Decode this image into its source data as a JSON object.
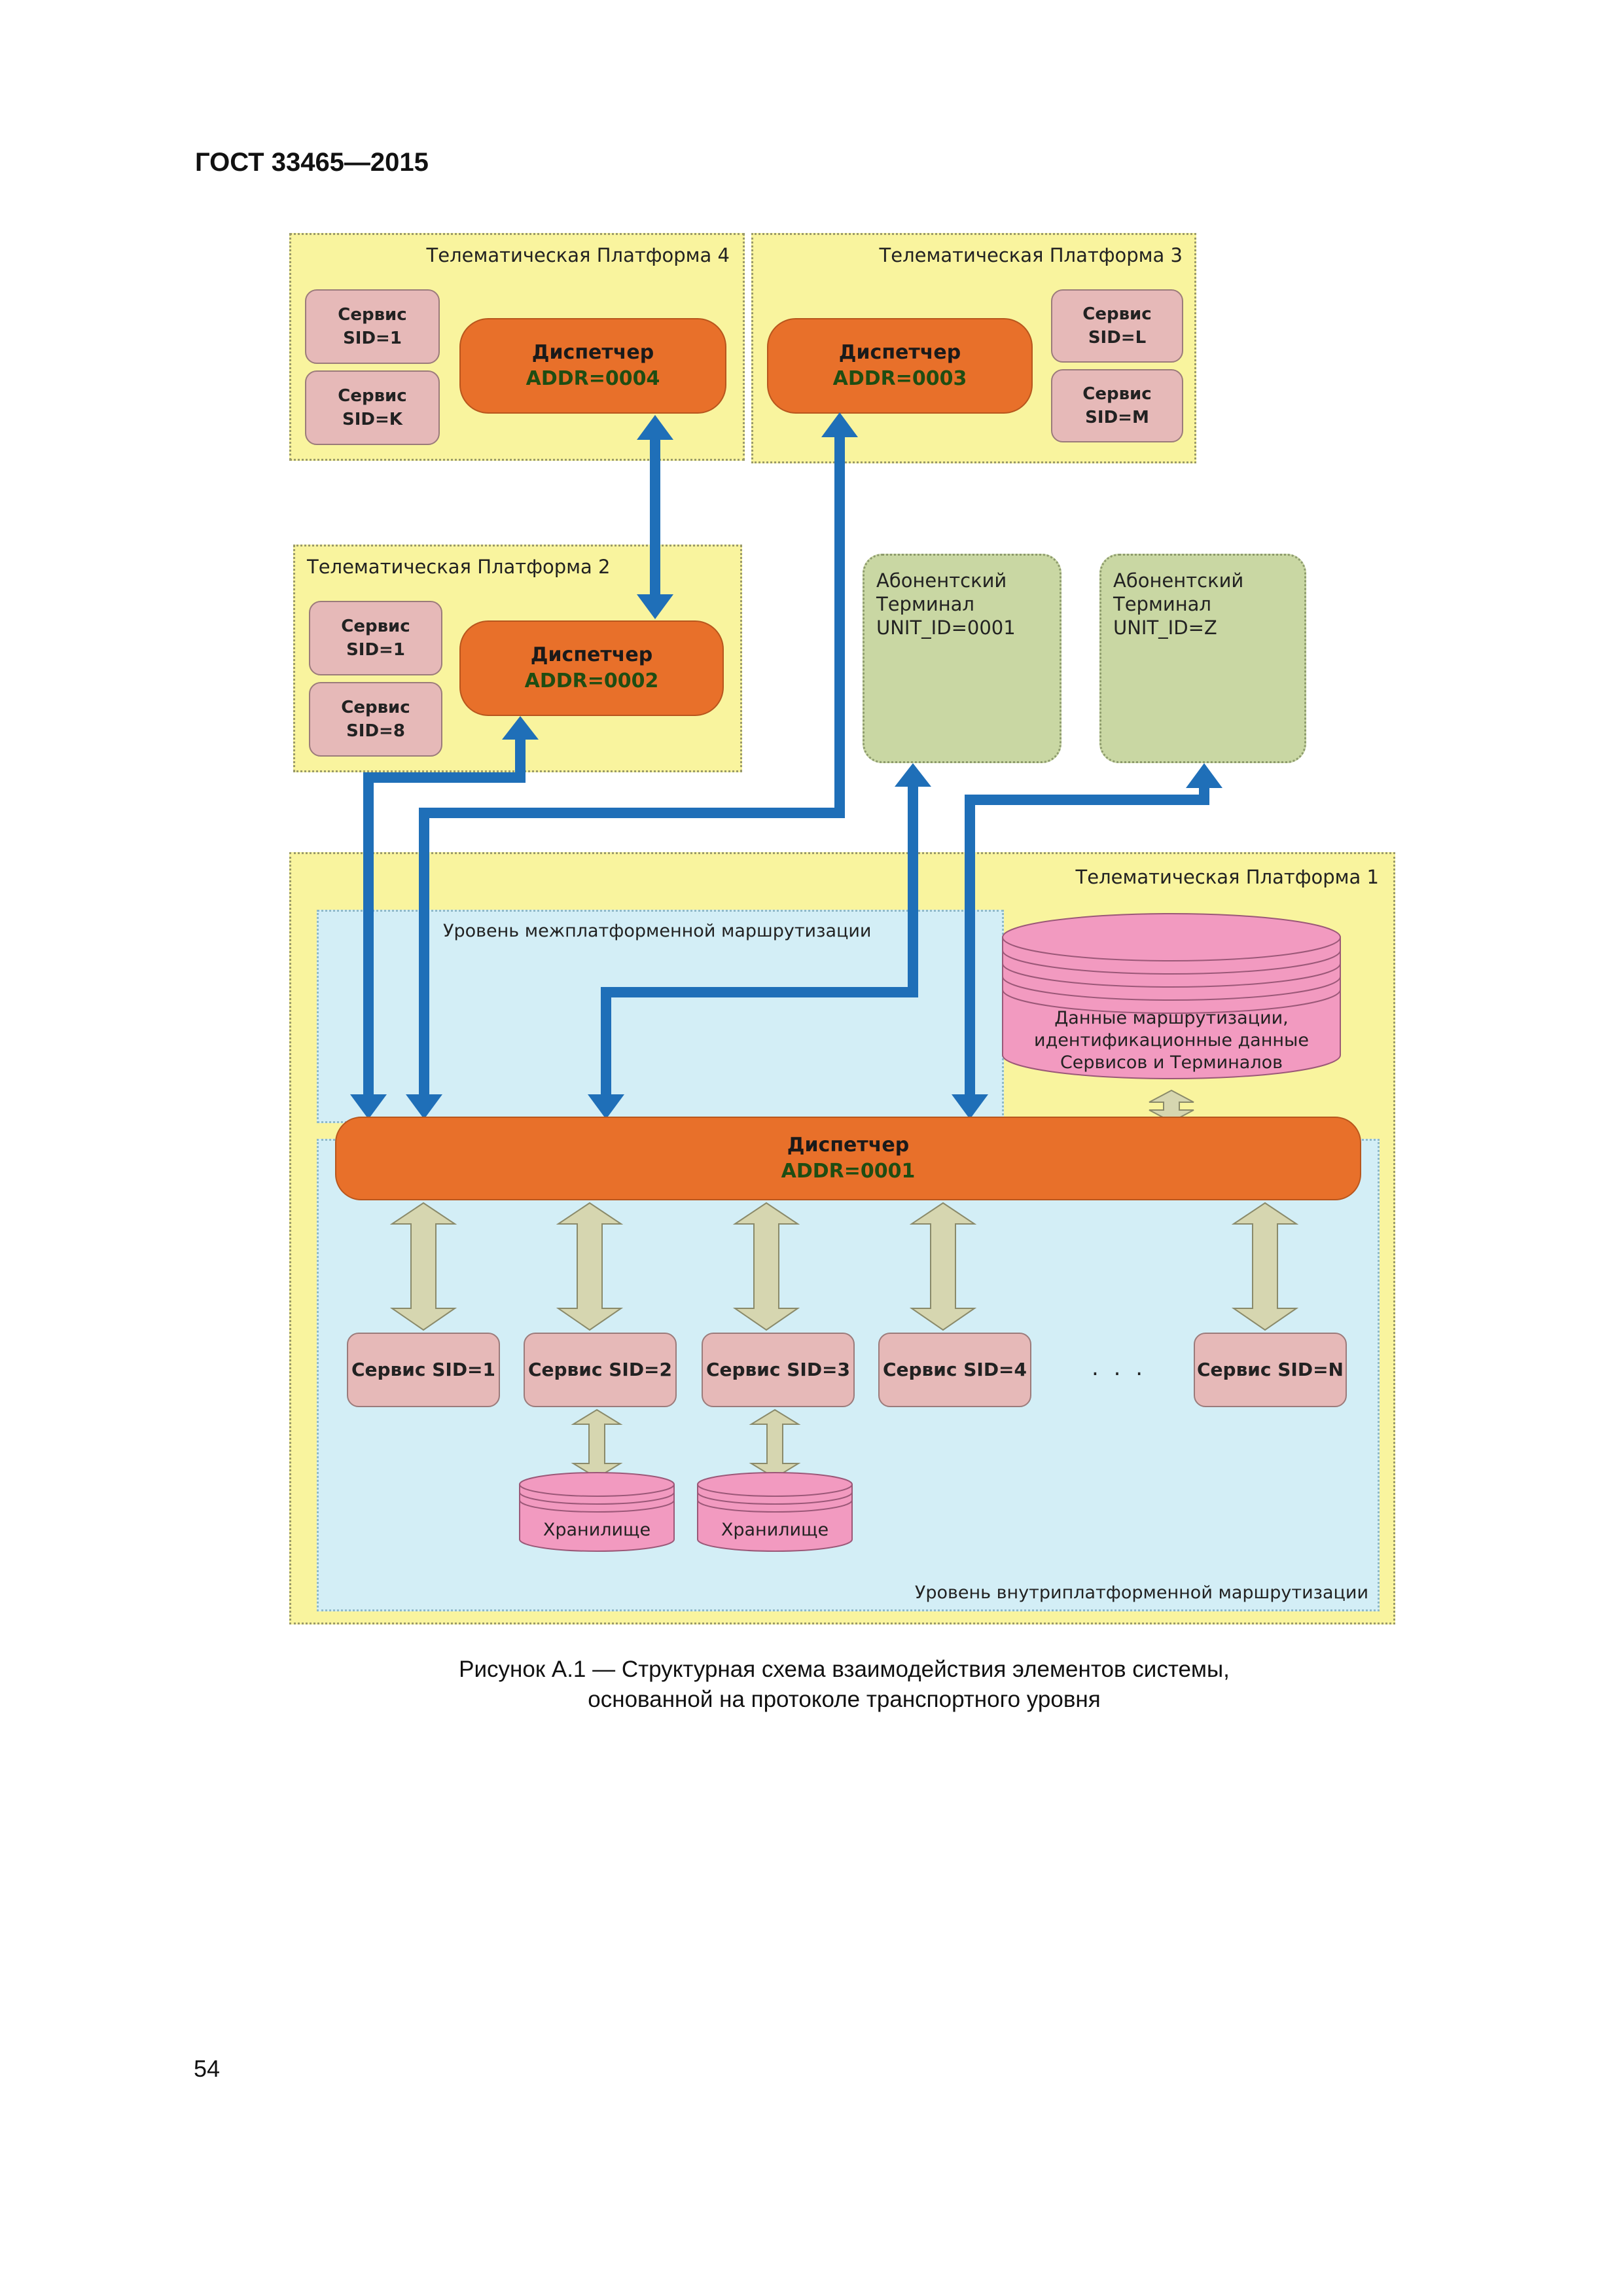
{
  "header": {
    "doc_id": "ГОСТ 33465—2015"
  },
  "page_number": "54",
  "caption": {
    "line1": "Рисунок А.1 — Структурная схема взаимодействия элементов системы,",
    "line2": "основанной на протоколе транспортного уровня"
  },
  "platform4": {
    "title": "Телематическая Платформа 4",
    "service1": {
      "line1": "Сервис",
      "line2": "SID=1"
    },
    "service2": {
      "line1": "Сервис",
      "line2": "SID=K"
    },
    "dispatcher": {
      "name": "Диспетчер",
      "addr": "ADDR=0004"
    }
  },
  "platform3": {
    "title": "Телематическая Платформа 3",
    "service1": {
      "line1": "Сервис",
      "line2": "SID=L"
    },
    "service2": {
      "line1": "Сервис",
      "line2": "SID=M"
    },
    "dispatcher": {
      "name": "Диспетчер",
      "addr": "ADDR=0003"
    }
  },
  "platform2": {
    "title": "Телематическая Платформа 2",
    "service1": {
      "line1": "Сервис",
      "line2": "SID=1"
    },
    "service2": {
      "line1": "Сервис",
      "line2": "SID=8"
    },
    "dispatcher": {
      "name": "Диспетчер",
      "addr": "ADDR=0002"
    }
  },
  "terminal1": {
    "line1": "Абонентский",
    "line2": "Терминал",
    "line3": "UNIT_ID=0001"
  },
  "terminal2": {
    "line1": "Абонентский",
    "line2": "Терминал",
    "line3": "UNIT_ID=Z"
  },
  "platform1": {
    "title": "Телематическая Платформа 1",
    "inter_level": "Уровень межплатформенной маршрутизации",
    "intra_level": "Уровень внутриплатформенной маршрутизации",
    "database": {
      "line1": "Данные маршрутизации,",
      "line2": "идентификационные данные",
      "line3": "Сервисов и Терминалов"
    },
    "dispatcher": {
      "name": "Диспетчер",
      "addr": "ADDR=0001"
    },
    "services": [
      "Сервис SID=1",
      "Сервис SID=2",
      "Сервис SID=3",
      "Сервис SID=4",
      "Сервис SID=N"
    ],
    "ellipsis": ". . .",
    "storage": [
      "Хранилище",
      "Хранилище"
    ]
  },
  "colors": {
    "platform_fill": "#f9f49e",
    "routing_level_fill": "#d3eef6",
    "service_fill": "#e6b9b8",
    "dispatcher_fill": "#e8702a",
    "terminal_fill": "#c9d7a3",
    "database_fill": "#f29ac0",
    "network_link": "#1f6fb8",
    "internal_link": "#d6d6b0"
  }
}
